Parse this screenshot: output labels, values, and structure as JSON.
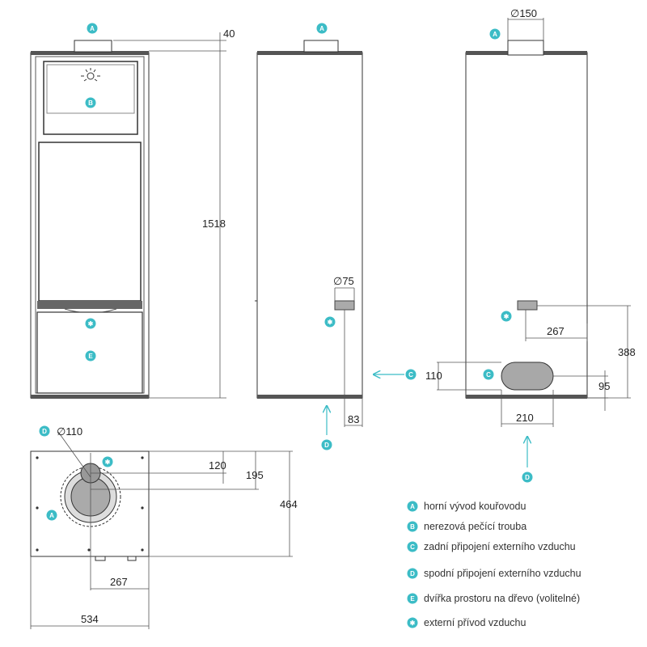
{
  "colors": {
    "accent": "#3cbcc6",
    "line": "#444444",
    "fill": "#ffffff"
  },
  "badges": {
    "a": "A",
    "b": "B",
    "c": "C",
    "d": "D",
    "e": "E",
    "star": "✱"
  },
  "dimensions": {
    "top_gap": "40",
    "height": "1518",
    "air_pipe_side": "∅75",
    "side_offset": "83",
    "flue_diameter": "∅150",
    "rear_offset": "267",
    "rear_height": "388",
    "rear_opening_height": "110",
    "rear_opening_bottom": "95",
    "rear_opening_width": "210",
    "bottom_diameter": "∅110",
    "plan_offset_a": "120",
    "plan_offset_b": "195",
    "depth": "464",
    "plan_offset_x": "267",
    "width": "534"
  },
  "legend": [
    {
      "badge": "A",
      "text": "horní vývod kouřovodu"
    },
    {
      "badge": "B",
      "text": "nerezová pečící trouba"
    },
    {
      "badge": "C",
      "text": "zadní připojení externího vzduchu"
    },
    {
      "badge": "D",
      "text": "spodní připojení externího vzduchu"
    },
    {
      "badge": "E",
      "text": "dvířka prostoru na dřevo (volitelné)"
    },
    {
      "badge": "✱",
      "text": "externí přívod vzduchu"
    }
  ]
}
